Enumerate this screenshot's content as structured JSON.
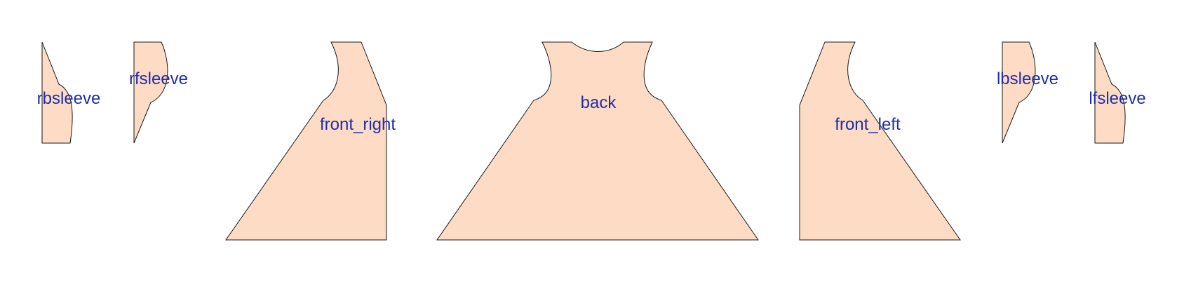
{
  "colors": {
    "piece_fill": "#fddbc4",
    "piece_stroke": "#1a1a1a",
    "label_color": "#1f2db0",
    "background": "#ffffff"
  },
  "pieces": [
    {
      "id": "rbsleeve",
      "label": "rbsleeve"
    },
    {
      "id": "rfsleeve",
      "label": "rfsleeve"
    },
    {
      "id": "front_right",
      "label": "front_right"
    },
    {
      "id": "back",
      "label": "back"
    },
    {
      "id": "front_left",
      "label": "front_left"
    },
    {
      "id": "lbsleeve",
      "label": "lbsleeve"
    },
    {
      "id": "lfsleeve",
      "label": "lfsleeve"
    }
  ]
}
